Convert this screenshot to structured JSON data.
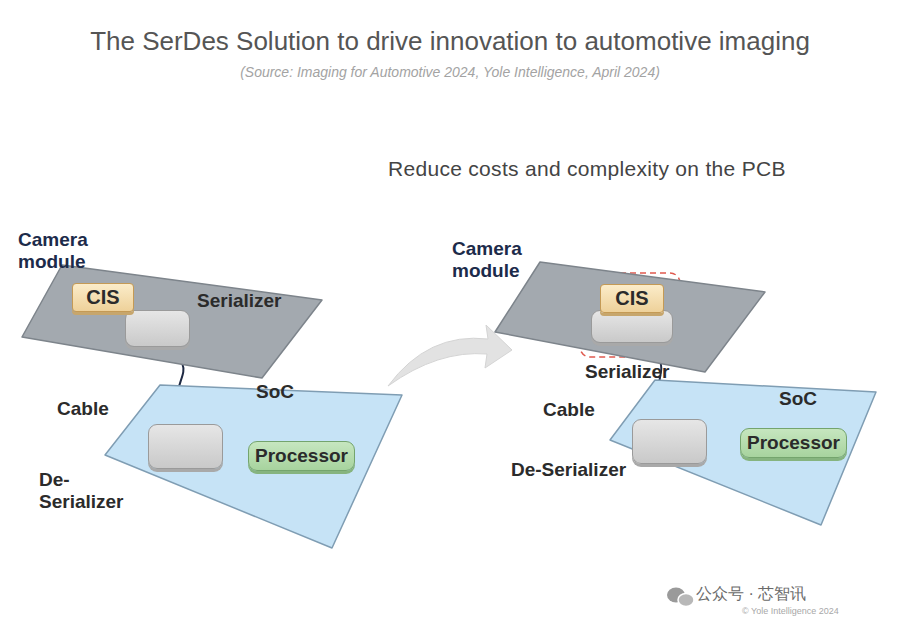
{
  "diagram": {
    "title": "The SerDes Solution to drive innovation to automotive imaging",
    "caption": "(Source: Imaging for Automotive 2024, Yole Intelligence, April 2024)",
    "nodes": [
      {
        "text": [
          "Camera module"
        ]
      },
      {
        "text": [
          "CIS"
        ],
        "in": 0
      },
      {
        "text": [
          "Serializer"
        ],
        "in": 0
      },
      {
        "text": [
          "SoC"
        ]
      },
      {
        "text": [
          "De-Serializer"
        ],
        "in": 3
      },
      {
        "text": [
          "Processor"
        ],
        "in": 3
      },
      {
        "text": [
          "Camera module"
        ]
      },
      {
        "text": [
          "CIS"
        ],
        "in": 6
      },
      {
        "text": [
          "Serializer"
        ],
        "in": 6
      },
      {
        "text": [
          "SoC"
        ]
      },
      {
        "text": [
          "De-Serializer"
        ],
        "in": 9
      },
      {
        "text": [
          "Processor"
        ],
        "in": 9
      }
    ],
    "edges": [
      {
        "from": 1,
        "to": 2,
        "arrow": "none"
      },
      {
        "from": 2,
        "to": 4,
        "label": "Cable",
        "arrow": "none"
      },
      {
        "from": 8,
        "to": 10,
        "label": "Cable",
        "arrow": "none"
      }
    ],
    "labels": [
      "Reduce costs and complexity on the PCB",
      "公众号 · 芯智讯",
      "© Yole Intelligence 2024"
    ]
  }
}
